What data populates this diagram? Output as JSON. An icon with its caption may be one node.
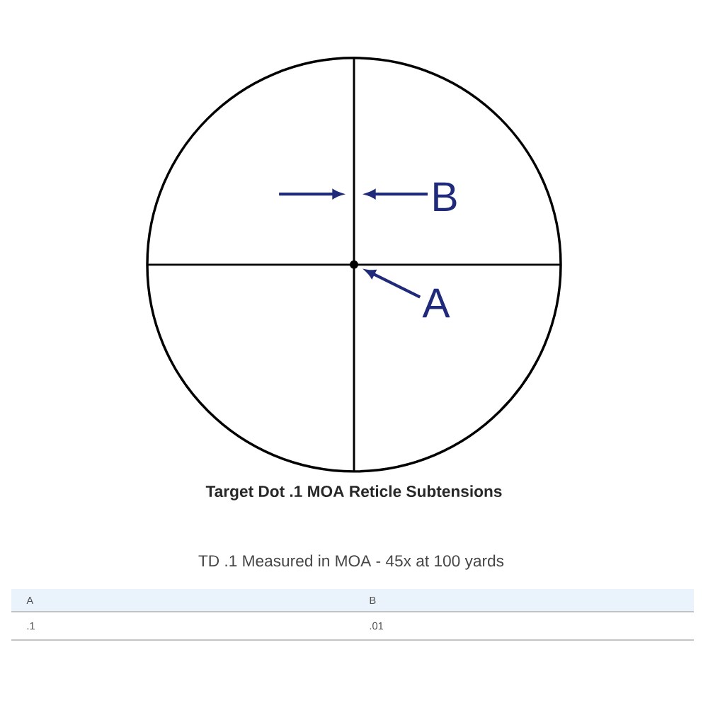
{
  "diagram": {
    "caption": "Target Dot .1 MOA Reticle Subtensions",
    "nodes": [
      {
        "text": [
          "A"
        ]
      },
      {
        "text": [],
        "shape": "circle"
      }
    ],
    "edges": [
      {
        "from": 0,
        "to": 1,
        "arrow": "to"
      }
    ],
    "labels": [
      "B",
      "TD .1 Measured in MOA - 45x at 100 yards",
      "A",
      "B",
      ".1",
      ".01"
    ]
  }
}
